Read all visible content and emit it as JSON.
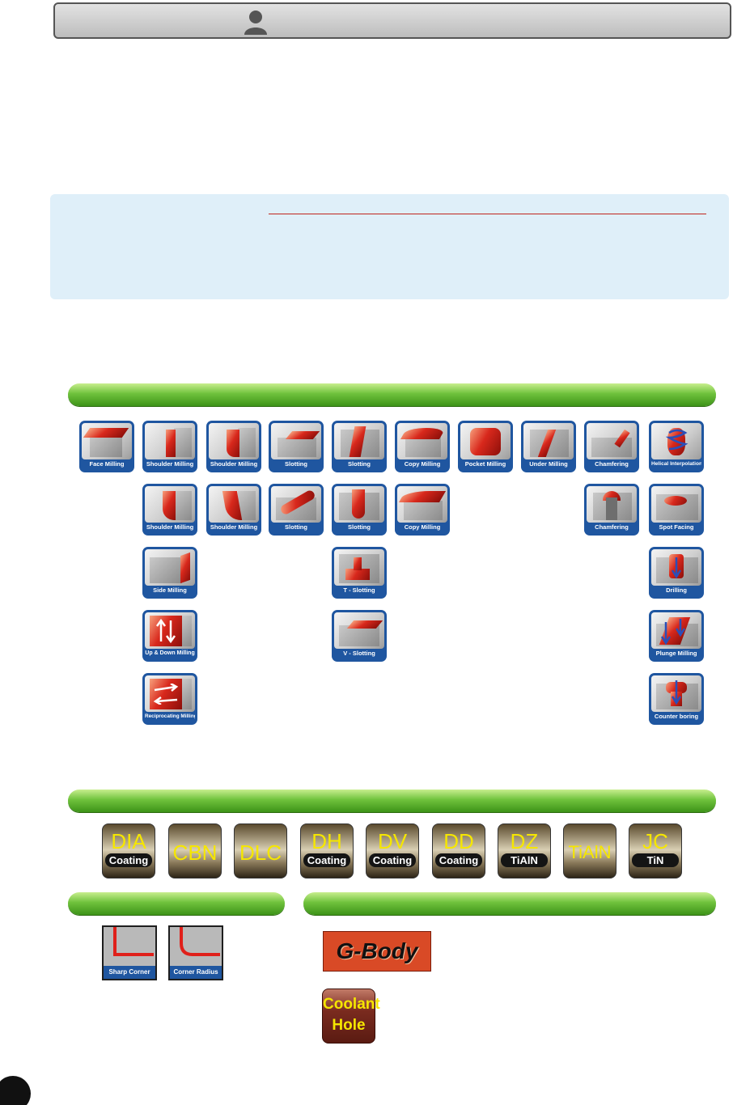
{
  "header": {
    "icon": "user-icon"
  },
  "applications": {
    "row1": [
      "Face Milling",
      "Shoulder Milling",
      "Shoulder Milling",
      "Slotting",
      "Slotting",
      "Copy Milling",
      "Pocket Milling",
      "Under Milling",
      "Chamfering",
      "Helical Interpolation"
    ],
    "row2": [
      "Shoulder Milling",
      "Shoulder Milling",
      "Slotting",
      "Slotting",
      "Copy Milling",
      "Chamfering",
      "Spot Facing"
    ],
    "row3": [
      "Side Milling",
      "T - Slotting",
      "Drilling"
    ],
    "row4": [
      "Up & Down Milling",
      "V - Slotting",
      "Plunge Milling"
    ],
    "row5": [
      "Reciprocating Milling",
      "Counter boring"
    ]
  },
  "coatings": [
    {
      "title": "DIA",
      "sub": "Coating"
    },
    {
      "title": "CBN",
      "sub": ""
    },
    {
      "title": "DLC",
      "sub": ""
    },
    {
      "title": "DH",
      "sub": "Coating"
    },
    {
      "title": "DV",
      "sub": "Coating"
    },
    {
      "title": "DD",
      "sub": "Coating"
    },
    {
      "title": "DZ",
      "sub": "TiAlN"
    },
    {
      "title": "TiAlN",
      "sub": ""
    },
    {
      "title": "JC",
      "sub": "TiN"
    }
  ],
  "corners": [
    "Sharp Corner",
    "Corner Radius"
  ],
  "features": {
    "gbody": "G-Body",
    "coolant_line1": "Coolant",
    "coolant_line2": "Hole"
  },
  "colors": {
    "tile_blue": "#1f56a0",
    "green_bar": "#6fc23c",
    "coating_text": "#f5e600",
    "red_rule": "#c0241c"
  }
}
